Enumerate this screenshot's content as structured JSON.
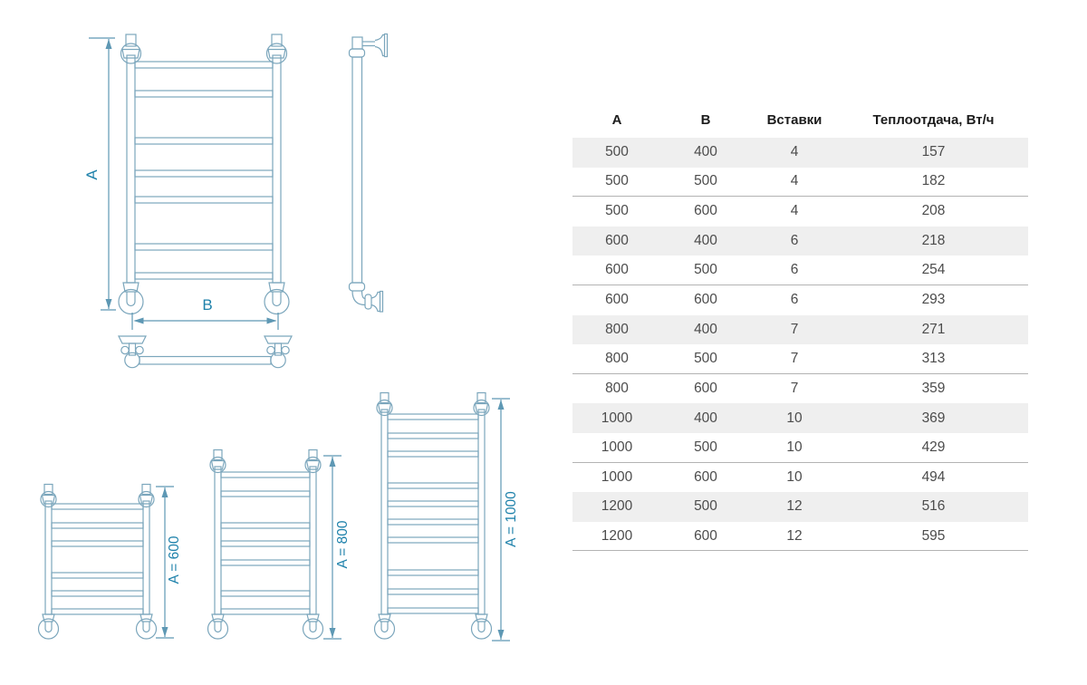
{
  "diagram": {
    "front_view": {
      "dim_a": "A",
      "dim_b": "B"
    },
    "variants": [
      {
        "label": "A = 600"
      },
      {
        "label": "A = 800"
      },
      {
        "label": "A = 1000"
      }
    ],
    "line_color": "#7BA6BC",
    "dimension_color": "#5E98B4",
    "label_color": "#1F82AB"
  },
  "table": {
    "columns": [
      "А",
      "В",
      "Вставки",
      "Теплоотдача, Вт/ч"
    ],
    "rows": [
      [
        "500",
        "400",
        "4",
        "157"
      ],
      [
        "500",
        "500",
        "4",
        "182"
      ],
      [
        "500",
        "600",
        "4",
        "208"
      ],
      [
        "600",
        "400",
        "6",
        "218"
      ],
      [
        "600",
        "500",
        "6",
        "254"
      ],
      [
        "600",
        "600",
        "6",
        "293"
      ],
      [
        "800",
        "400",
        "7",
        "271"
      ],
      [
        "800",
        "500",
        "7",
        "313"
      ],
      [
        "800",
        "600",
        "7",
        "359"
      ],
      [
        "1000",
        "400",
        "10",
        "369"
      ],
      [
        "1000",
        "500",
        "10",
        "429"
      ],
      [
        "1000",
        "600",
        "10",
        "494"
      ],
      [
        "1200",
        "500",
        "12",
        "516"
      ],
      [
        "1200",
        "600",
        "12",
        "595"
      ]
    ],
    "striped_row_indices": [
      0,
      3,
      6,
      9,
      12
    ],
    "divider_after_indices": [
      1,
      4,
      7,
      10,
      13
    ],
    "stripe_color": "#efefef",
    "divider_color": "#b3b3b3"
  }
}
